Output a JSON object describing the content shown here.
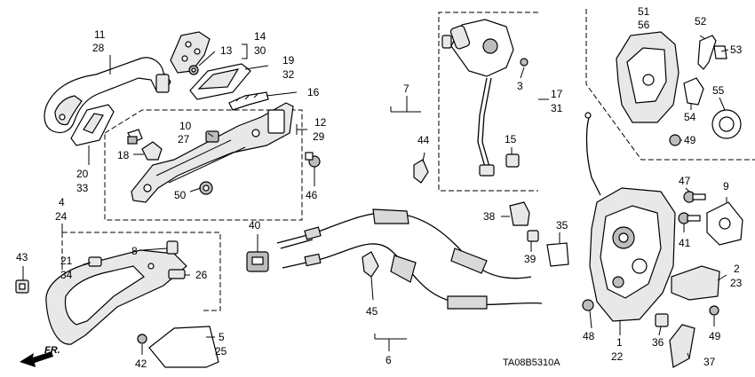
{
  "diagram_code": "TA08B5310A",
  "front_marker": "FR.",
  "callouts": [
    {
      "id": "c11",
      "text": "11"
    },
    {
      "id": "c28",
      "text": "28"
    },
    {
      "id": "c14",
      "text": "14"
    },
    {
      "id": "c30",
      "text": "30"
    },
    {
      "id": "c13",
      "text": "13"
    },
    {
      "id": "c19",
      "text": "19"
    },
    {
      "id": "c32",
      "text": "32"
    },
    {
      "id": "c16",
      "text": "16"
    },
    {
      "id": "c10",
      "text": "10"
    },
    {
      "id": "c27",
      "text": "27"
    },
    {
      "id": "c12",
      "text": "12"
    },
    {
      "id": "c29",
      "text": "29"
    },
    {
      "id": "c18",
      "text": "18"
    },
    {
      "id": "c20",
      "text": "20"
    },
    {
      "id": "c33",
      "text": "33"
    },
    {
      "id": "c50",
      "text": "50"
    },
    {
      "id": "c46",
      "text": "46"
    },
    {
      "id": "c4",
      "text": "4"
    },
    {
      "id": "c24",
      "text": "24"
    },
    {
      "id": "c43",
      "text": "43"
    },
    {
      "id": "c8",
      "text": "8"
    },
    {
      "id": "c21",
      "text": "21"
    },
    {
      "id": "c34",
      "text": "34"
    },
    {
      "id": "c26",
      "text": "26"
    },
    {
      "id": "c42",
      "text": "42"
    },
    {
      "id": "c5",
      "text": "5"
    },
    {
      "id": "c25",
      "text": "25"
    },
    {
      "id": "c40",
      "text": "40"
    },
    {
      "id": "c7",
      "text": "7"
    },
    {
      "id": "c44",
      "text": "44"
    },
    {
      "id": "c45",
      "text": "45"
    },
    {
      "id": "c6",
      "text": "6"
    },
    {
      "id": "c3",
      "text": "3"
    },
    {
      "id": "c17",
      "text": "17"
    },
    {
      "id": "c31",
      "text": "31"
    },
    {
      "id": "c15",
      "text": "15"
    },
    {
      "id": "c38",
      "text": "38"
    },
    {
      "id": "c35",
      "text": "35"
    },
    {
      "id": "c39",
      "text": "39"
    },
    {
      "id": "c51",
      "text": "51"
    },
    {
      "id": "c56",
      "text": "56"
    },
    {
      "id": "c52",
      "text": "52"
    },
    {
      "id": "c53",
      "text": "53"
    },
    {
      "id": "c55",
      "text": "55"
    },
    {
      "id": "c54",
      "text": "54"
    },
    {
      "id": "c49a",
      "text": "49"
    },
    {
      "id": "c47",
      "text": "47"
    },
    {
      "id": "c9",
      "text": "9"
    },
    {
      "id": "c41",
      "text": "41"
    },
    {
      "id": "c2",
      "text": "2"
    },
    {
      "id": "c23",
      "text": "23"
    },
    {
      "id": "c48",
      "text": "48"
    },
    {
      "id": "c1",
      "text": "1"
    },
    {
      "id": "c22",
      "text": "22"
    },
    {
      "id": "c36",
      "text": "36"
    },
    {
      "id": "c49b",
      "text": "49"
    },
    {
      "id": "c37",
      "text": "37"
    }
  ]
}
